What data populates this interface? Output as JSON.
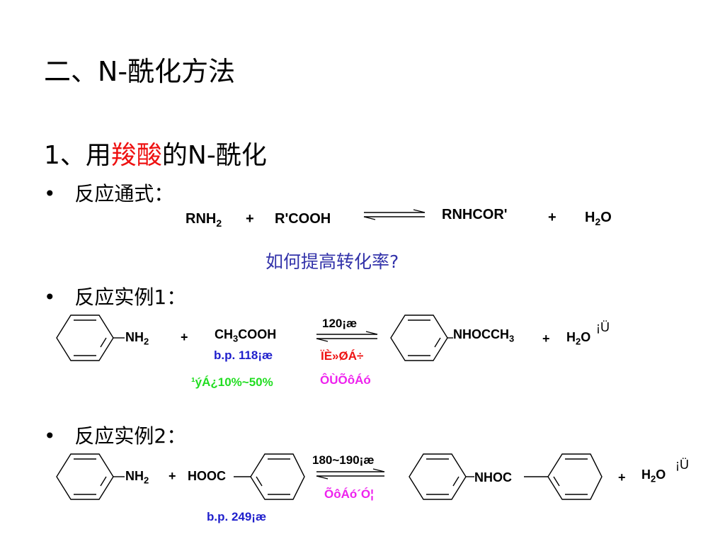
{
  "slide": {
    "title": "二、N-酰化方法",
    "subtitle_prefix": "1、用",
    "subtitle_highlight": "羧酸",
    "subtitle_suffix": "的N-酰化"
  },
  "bullets": {
    "mark": "•",
    "general": "反应通式：",
    "example1": "反应实例1：",
    "example2": "反应实例2："
  },
  "general_eq": {
    "amine": "RNH",
    "amine_sub": "2",
    "plus1": "+",
    "acid": "R'COOH",
    "product": "RNHCOR'",
    "plus2": "+",
    "water_h": "H",
    "water_sub": "2",
    "water_o": "O"
  },
  "question": "如何提高转化率?",
  "example1": {
    "nh2": "NH",
    "nh2_sub": "2",
    "plus1": "+",
    "acid_a": "CH",
    "acid_sub": "3",
    "acid_b": "COOH",
    "temp": "120¡æ",
    "product_a": "NHOCCH",
    "product_sub": "3",
    "plus2": "+",
    "water_h": "H",
    "water_sub": "2",
    "water_o": "O",
    "suffix": "¡Ü",
    "bp": "b.p. 118¡æ",
    "excess": "¹ýÁ¿10%~50%",
    "note1": "ÏÈ»ØÁ÷",
    "note2": "ÔÙÕôÁó"
  },
  "example2": {
    "nh2": "NH",
    "nh2_sub": "2",
    "plus1": "+",
    "acid": "HOOC",
    "temp": "180~190¡æ",
    "product": "NHOC",
    "plus2": "+",
    "water_h": "H",
    "water_sub": "2",
    "water_o": "O",
    "suffix": "¡Ü",
    "note": "ÕôÁó´Ó¦",
    "bp": "b.p. 249¡æ"
  },
  "colors": {
    "highlight": "#ee1111",
    "question": "#3333aa",
    "bp": "#1f1fcc",
    "excess": "#22dd22",
    "note": "#ee22ee"
  }
}
